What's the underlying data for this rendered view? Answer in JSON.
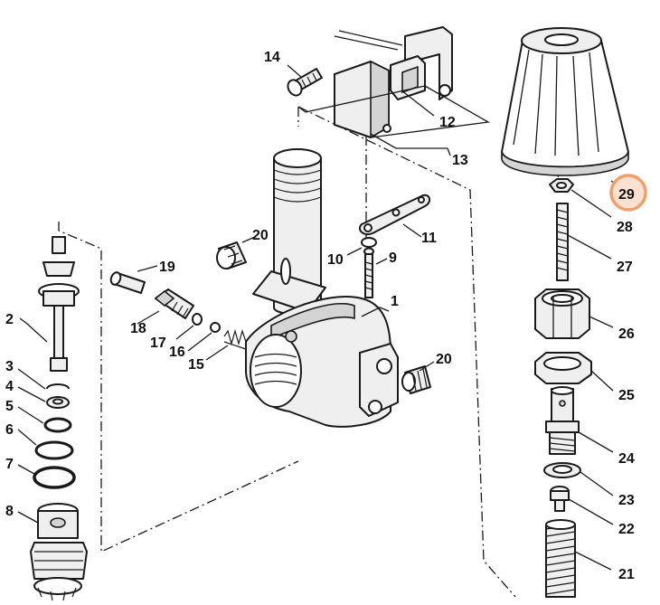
{
  "colors": {
    "highlight_ring": "#f2a06b",
    "highlight_fill": "#fbe1cf",
    "line": "#1a1a1a",
    "part_fill": "#efefef"
  },
  "callouts": {
    "c1": "1",
    "c2": "2",
    "c3": "3",
    "c4": "4",
    "c5": "5",
    "c6": "6",
    "c7": "7",
    "c8": "8",
    "c9": "9",
    "c10": "10",
    "c11": "11",
    "c12": "12",
    "c13": "13",
    "c14": "14",
    "c15": "15",
    "c16": "16",
    "c17": "17",
    "c18": "18",
    "c19": "19",
    "c20a": "20",
    "c20b": "20",
    "c21": "21",
    "c22": "22",
    "c23": "23",
    "c24": "24",
    "c25": "25",
    "c26": "26",
    "c27": "27",
    "c28": "28",
    "c29": "29"
  },
  "highlighted_part": "29"
}
